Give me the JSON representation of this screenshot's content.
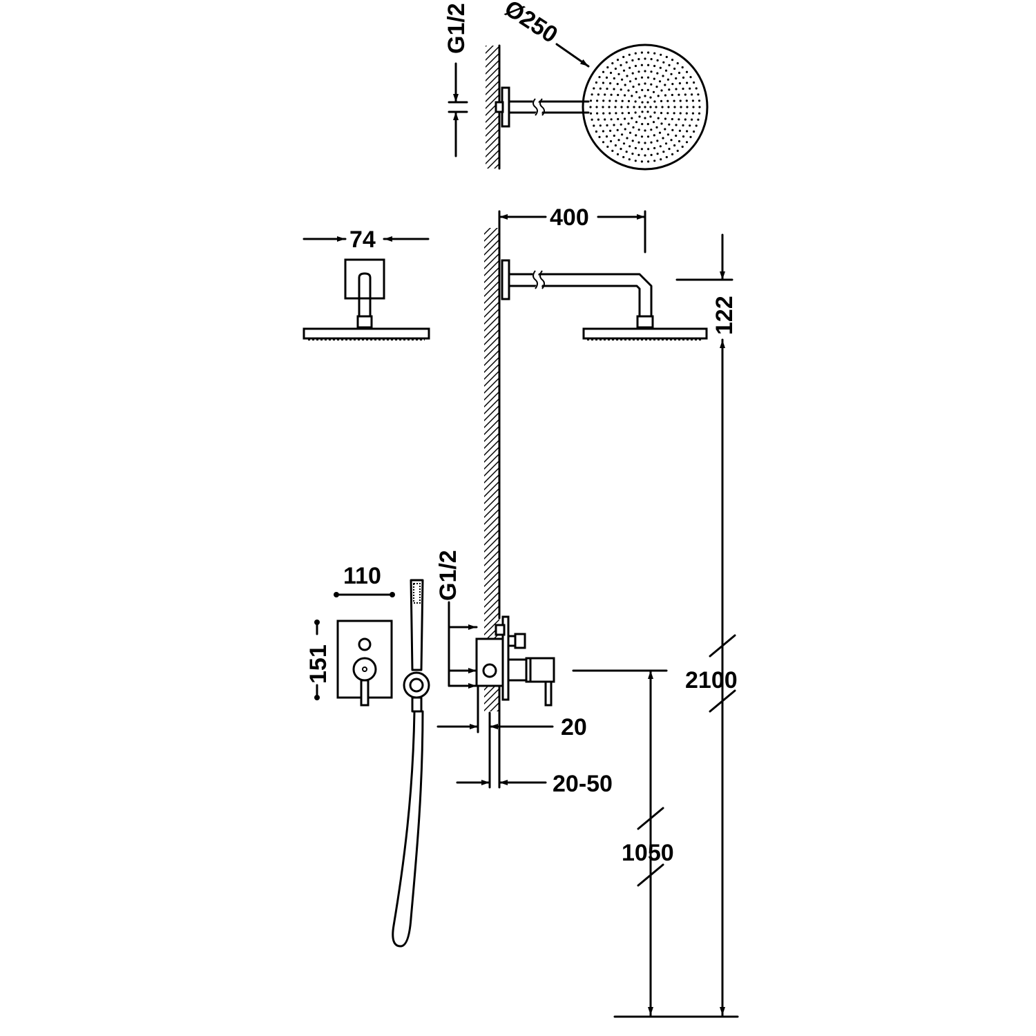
{
  "dimensions": {
    "g12_top": "G1/2",
    "diameter": "Ø250",
    "arm_length": "400",
    "head_depth": "74",
    "head_drop": "122",
    "total_height": "2100",
    "mixer_height": "1050",
    "plate_width": "110",
    "plate_height": "151",
    "g12_mixer": "G1/2",
    "wall_offset": "20",
    "wall_range": "20-50"
  }
}
